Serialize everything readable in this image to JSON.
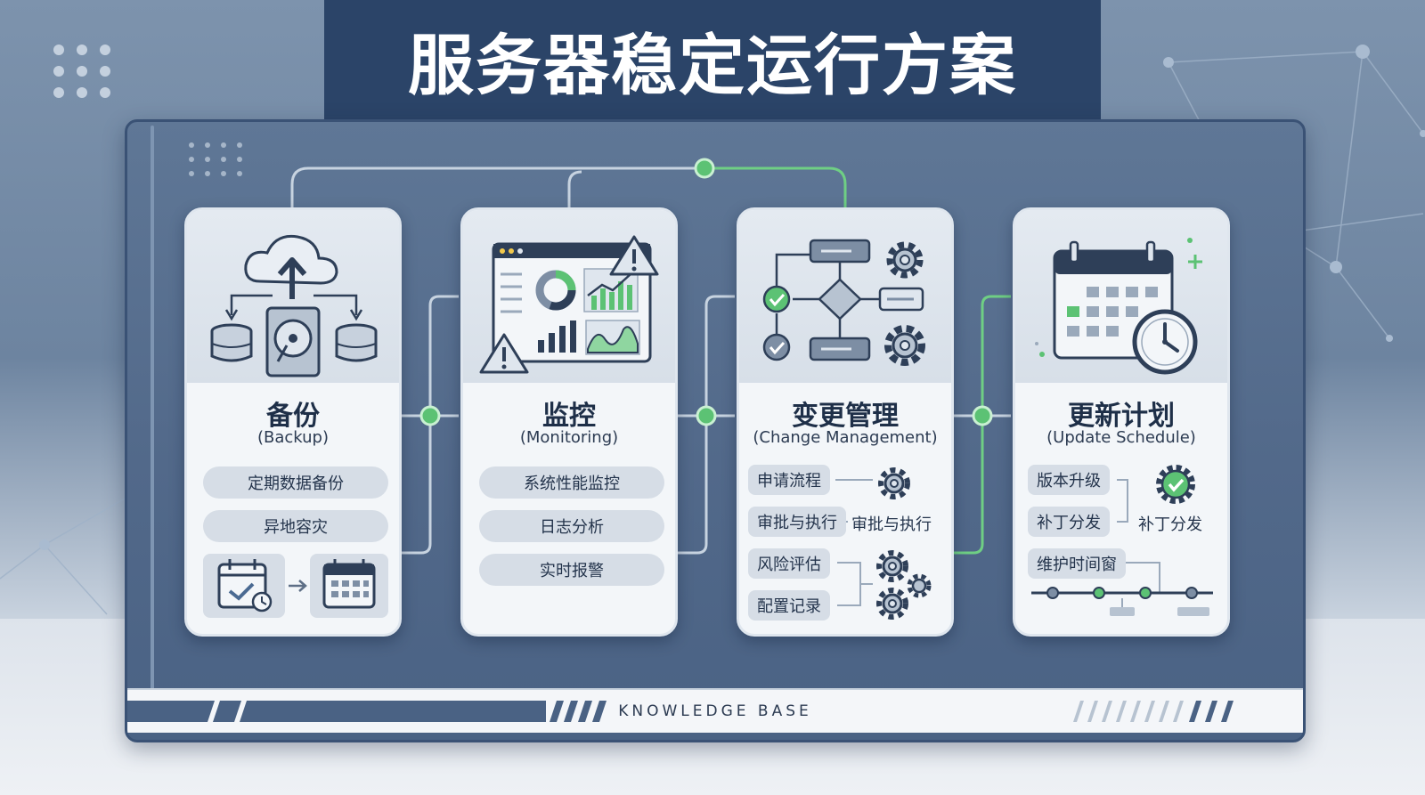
{
  "title": "服务器稳定运行方案",
  "footer": {
    "text": "KNOWLEDGE BASE"
  },
  "cards": [
    {
      "title": "备份",
      "subtitle": "(Backup)",
      "items": [
        "定期数据备份",
        "异地容灾"
      ]
    },
    {
      "title": "监控",
      "subtitle": "(Monitoring)",
      "items": [
        "系统性能监控",
        "日志分析",
        "实时报警"
      ]
    },
    {
      "title": "变更管理",
      "subtitle": "(Change Management)",
      "items": [
        "申请流程",
        "审批与执行",
        "风险评估",
        "配置记录"
      ],
      "side_label": "审批与执行"
    },
    {
      "title": "更新计划",
      "subtitle": "(Update Schedule)",
      "items": [
        "版本升级",
        "补丁分发",
        "维护时间窗"
      ],
      "side_label": "补丁分发"
    }
  ],
  "colors": {
    "accent_green": "#5cc274",
    "banner": "#2b4468",
    "panel": "#52698a",
    "card": "#f3f6f9",
    "pill": "#d6dde6"
  },
  "icons": {
    "backup": [
      "cloud-upload-icon",
      "hard-drive-icon",
      "database-icon",
      "calendar-check-icon",
      "calendar-icon"
    ],
    "monitoring": [
      "dashboard-window-icon",
      "warning-icon",
      "donut-chart-icon",
      "bar-chart-icon",
      "line-chart-icon"
    ],
    "change": [
      "flowchart-icon",
      "gear-icon",
      "check-circle-icon"
    ],
    "update": [
      "calendar-icon",
      "clock-icon",
      "check-badge-icon",
      "timeline-icon"
    ]
  }
}
